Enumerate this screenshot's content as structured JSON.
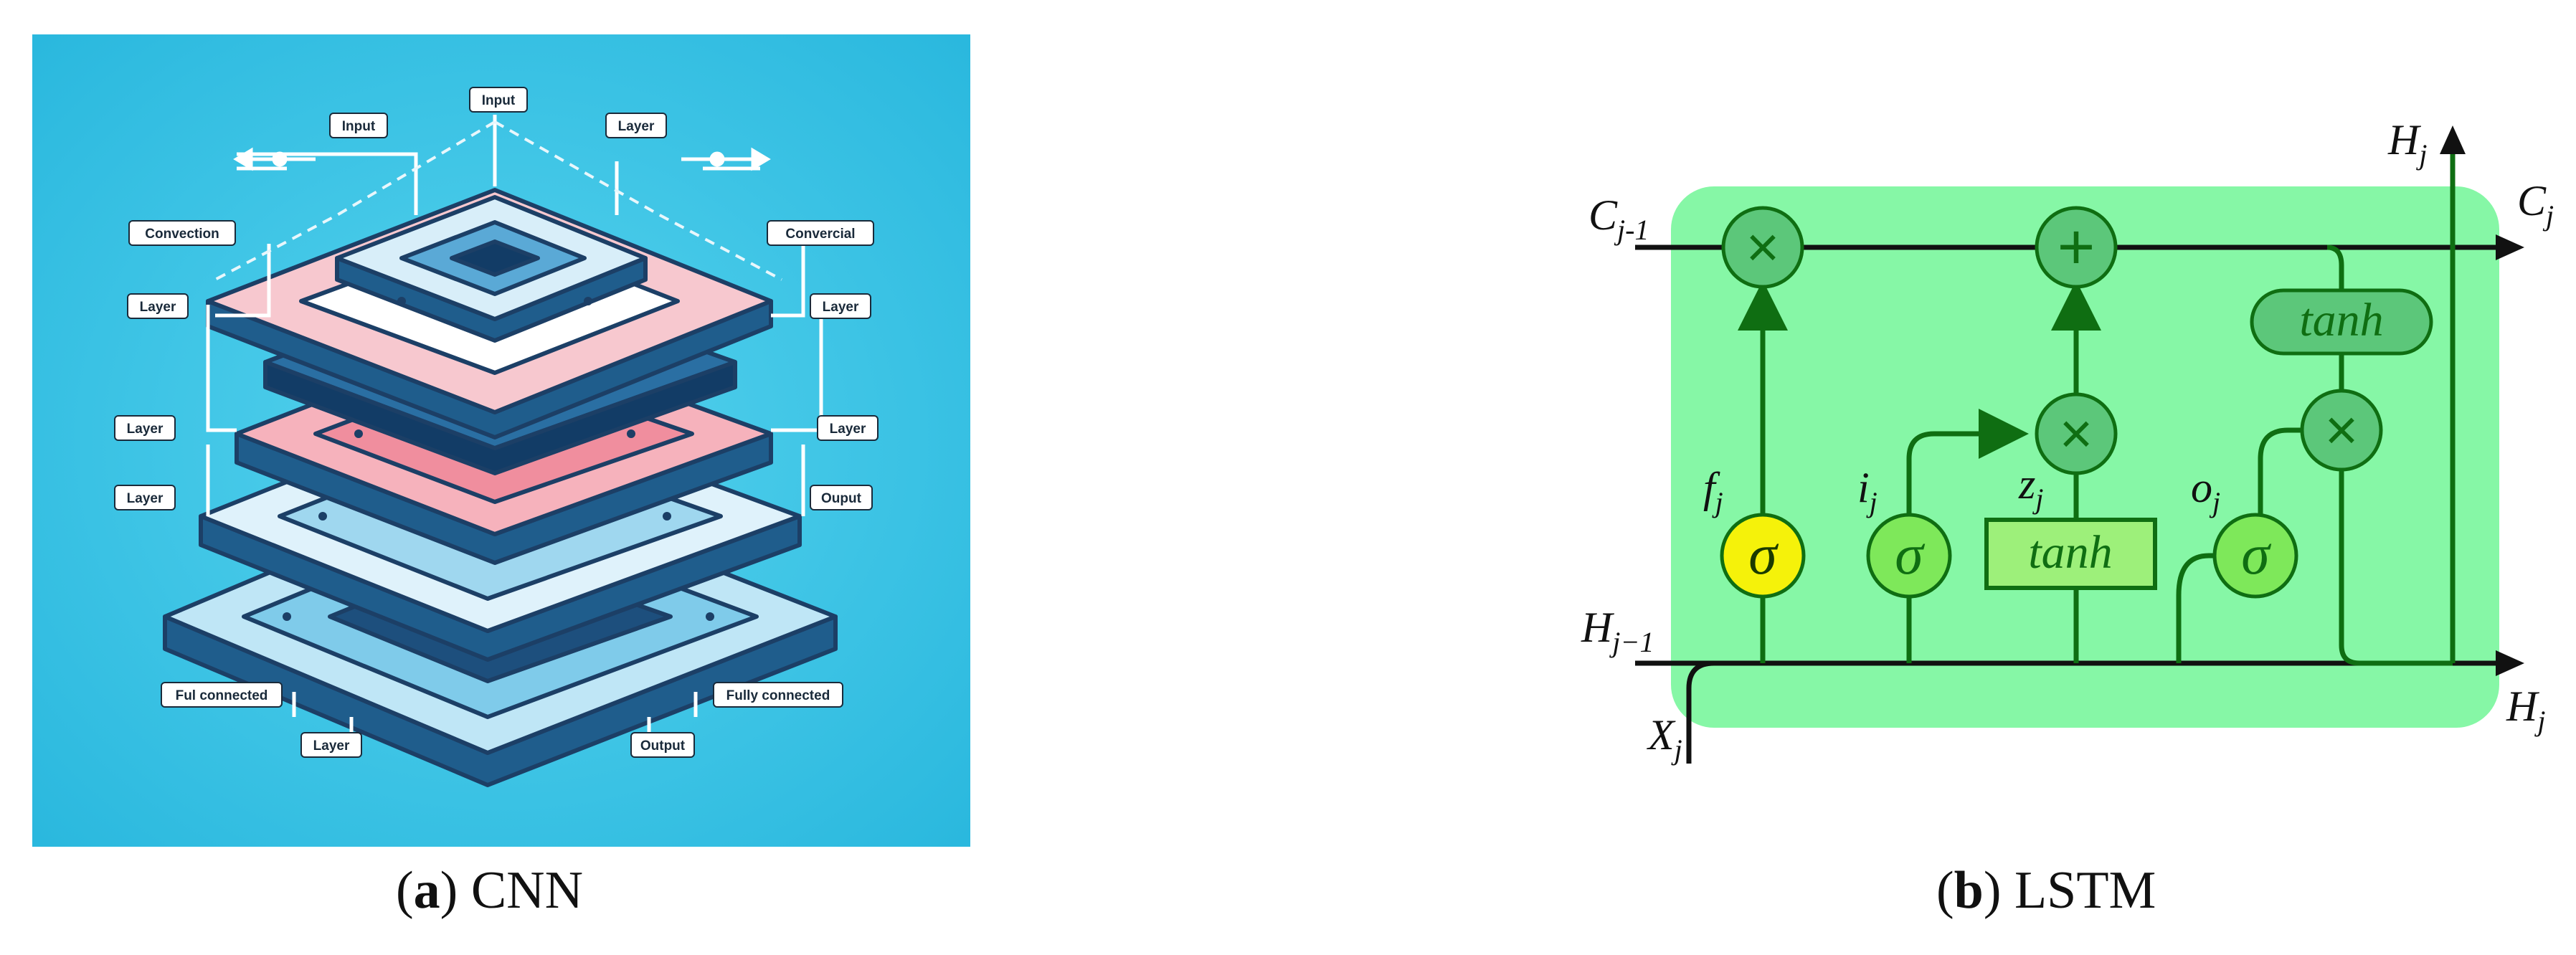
{
  "panels": [
    {
      "letter": "a",
      "title": "CNN",
      "labels": {
        "input_top": "Input",
        "input_left": "Input",
        "layer_top_right": "Layer",
        "convection": "Convection",
        "convercial": "Convercial",
        "layer_left_1": "Layer",
        "layer_right_1": "Layer",
        "layer_left_2": "Layer",
        "layer_right_2": "Layer",
        "layer_left_3": "Layer",
        "ouput_right": "Ouput",
        "ful_connected": "Ful connected",
        "fully_connected": "Fully connected",
        "layer_bottom": "Layer",
        "output_bottom": "Output"
      },
      "colors": {
        "background": "#37c6e6",
        "layer_light": "#e8f4fb",
        "layer_pink": "#f4a4b0",
        "layer_dark": "#1f5d8c"
      }
    },
    {
      "letter": "b",
      "title": "LSTM",
      "symbols": {
        "c_prev": "C",
        "c_prev_sub": "j-1",
        "c_next": "C",
        "c_next_sub": "j",
        "h_prev": "H",
        "h_prev_sub": "j−1",
        "h_next": "H",
        "h_next_sub": "j",
        "h_top": "H",
        "h_top_sub": "j",
        "x_in": "X",
        "x_in_sub": "j",
        "f_gate": "f",
        "f_gate_sub": "j",
        "i_gate": "i",
        "i_gate_sub": "j",
        "z_gate": "z",
        "z_gate_sub": "j",
        "o_gate": "o",
        "o_gate_sub": "j",
        "sigma": "σ",
        "tanh_box": "tanh",
        "tanh_pill": "tanh",
        "times": "×",
        "plus": "+"
      },
      "colors": {
        "cell": "#86f7a6",
        "wire": "#0f6e12",
        "op_fill": "#5cc77a",
        "sigma_forget": "#f5f20a",
        "sigma_other": "#7ee85a",
        "tanh_box": "#9df07a"
      }
    }
  ]
}
